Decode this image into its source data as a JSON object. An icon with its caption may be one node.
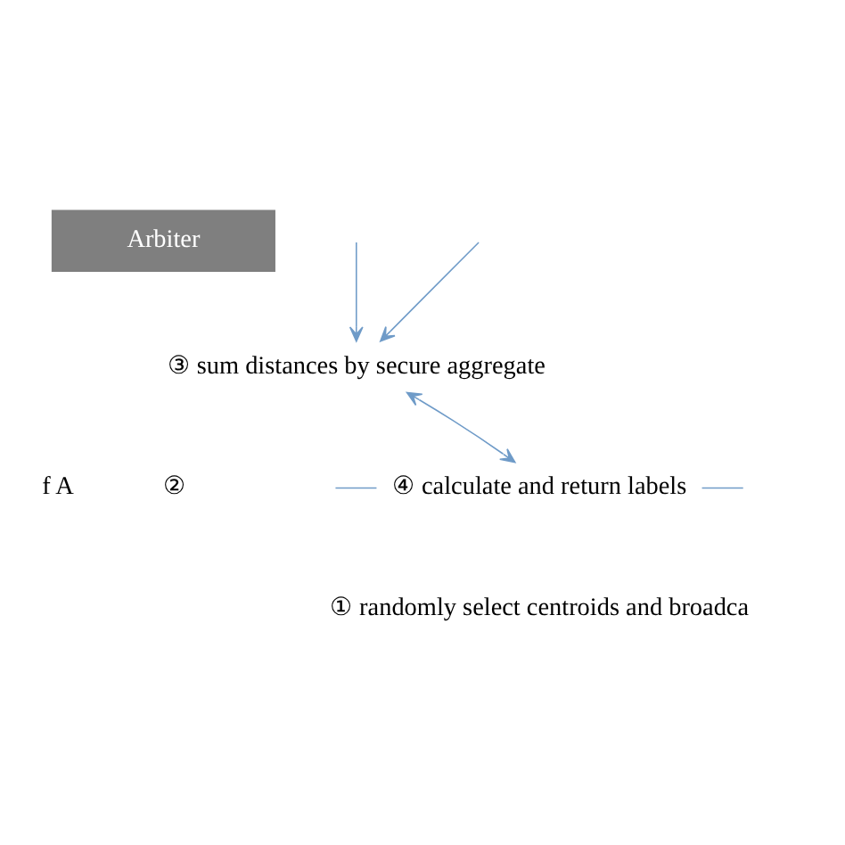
{
  "diagram": {
    "nodes": [
      {
        "text": [
          "Arbiter"
        ]
      },
      {
        "text": [
          "③ sum distances by secure aggregate"
        ]
      },
      {
        "text": [
          "④ calculate and return labels"
        ]
      }
    ],
    "edges": [
      {
        "from": null,
        "to": 1,
        "arrow": "to"
      },
      {
        "from": null,
        "to": 1,
        "arrow": "to"
      },
      {
        "from": 1,
        "to": 2,
        "arrow": "both"
      },
      {
        "from": null,
        "to": 2,
        "arrow": "none"
      },
      {
        "from": 2,
        "to": null,
        "arrow": "none"
      }
    ],
    "labels": [
      "f A",
      "②",
      "① randomly select centroids and broadca"
    ]
  }
}
